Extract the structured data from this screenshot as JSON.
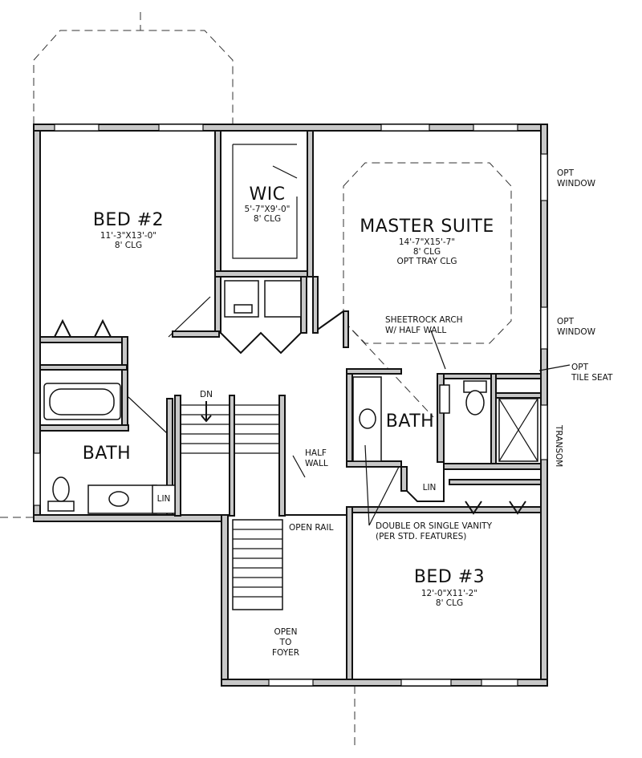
{
  "rooms": {
    "bed2": {
      "name": "BED #2",
      "size": "11'-3\"x13'-0\"",
      "clg": "8' CLG"
    },
    "wic": {
      "name": "WIC",
      "size": "5'-7\"x9'-0\"",
      "clg": "8' CLG"
    },
    "master": {
      "name": "MASTER SUITE",
      "size": "14'-7\"x15'-7\"",
      "clg": "8' CLG",
      "tray": "OPT TRAY CLG"
    },
    "bath_left": {
      "name": "BATH"
    },
    "bath_center": {
      "name": "BATH"
    },
    "bed3": {
      "name": "BED #3",
      "size": "12'-0\"x11'-2\"",
      "clg": "8' CLG"
    }
  },
  "labels": {
    "lin_left": "LIN",
    "lin_center": "LIN",
    "dn": "DN",
    "half_wall_1": "HALF",
    "half_wall_2": "WALL",
    "open_rail": "OPEN RAIL",
    "open_to_1": "OPEN",
    "open_to_2": "TO",
    "open_to_3": "FOYER",
    "opt_window_top_1": "OPT",
    "opt_window_top_2": "WINDOW",
    "opt_window_bot_1": "OPT",
    "opt_window_bot_2": "WINDOW",
    "sheetrock_1": "SHEETROCK ARCH",
    "sheetrock_2": "W/ HALF WALL",
    "tile_seat_1": "OPT",
    "tile_seat_2": "TILE SEAT",
    "transom": "TRANSOM",
    "vanity_1": "DOUBLE OR SINGLE VANITY",
    "vanity_2": "(PER STD. FEATURES)"
  }
}
